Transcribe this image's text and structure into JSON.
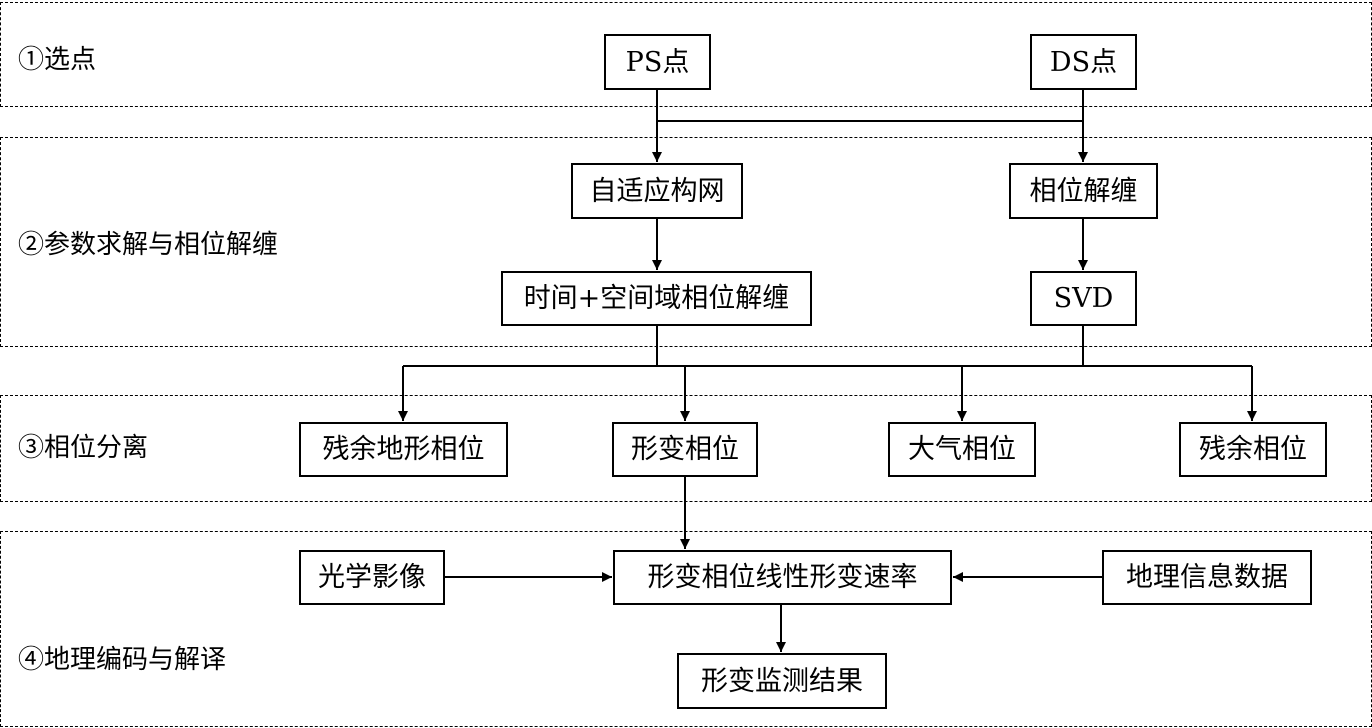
{
  "sections": {
    "s1": "①选点",
    "s2": "②参数求解与相位解缠",
    "s3": "③相位分离",
    "s4": "④地理编码与解译"
  },
  "nodes": {
    "ps": "PS点",
    "ds": "DS点",
    "adaptive_net": "自适应构网",
    "phase_unwrap": "相位解缠",
    "spatiotemporal_unwrap": "时间+空间域相位解缠",
    "svd": "SVD",
    "residual_topo": "残余地形相位",
    "deform_phase": "形变相位",
    "atmo_phase": "大气相位",
    "residual_phase": "残余相位",
    "optical": "光学影像",
    "linear_rate": "形变相位线性形变速率",
    "geo_info": "地理信息数据",
    "result": "形变监测结果"
  }
}
